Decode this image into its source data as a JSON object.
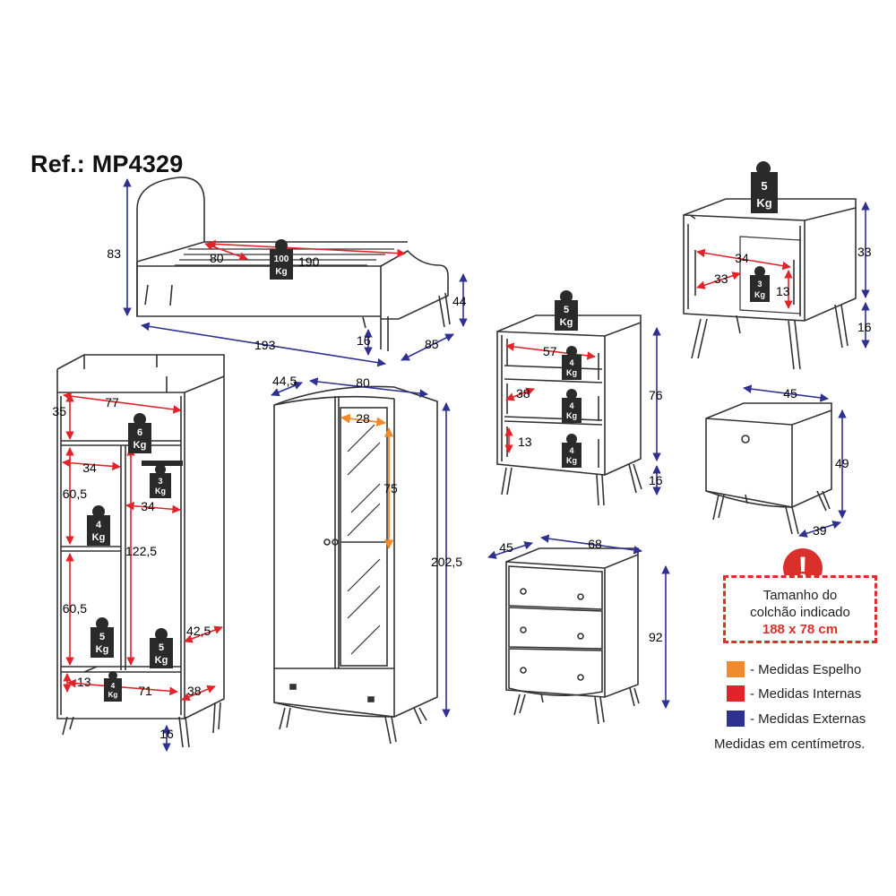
{
  "reference": "Ref.: MP4329",
  "weight_tags": {
    "bed": [
      "100",
      "Kg"
    ],
    "nightstand_top": [
      "5",
      "Kg"
    ],
    "nightstand_drawer": [
      "3",
      "Kg"
    ],
    "dresser_top": [
      "5",
      "Kg"
    ],
    "dresser_shelves": [
      [
        "4",
        "Kg"
      ],
      [
        "4",
        "Kg"
      ],
      [
        "4",
        "Kg"
      ]
    ],
    "wardrobe_shelf": [
      "6",
      "Kg"
    ],
    "wardrobe_rod": [
      "3",
      "Kg"
    ],
    "wardrobe_mid": [
      "4",
      "Kg"
    ],
    "wardrobe_low_left": [
      "5",
      "Kg"
    ],
    "wardrobe_low_right": [
      "5",
      "Kg"
    ],
    "wardrobe_drawer": [
      "4",
      "Kg"
    ]
  },
  "dimensions": {
    "bed": {
      "height": "83",
      "inner_width": "80",
      "inner_length": "190",
      "length": "193",
      "depth": "85",
      "side_height": "44",
      "leg": "16"
    },
    "wardrobe": {
      "inner_width": "77",
      "top_niche": "35",
      "shelf_width": "34",
      "hanger_width": "34",
      "shelf_height": "60,5",
      "hanger_height": "122,5",
      "lower_height": "60,5",
      "depth_inner": "42,5",
      "drawer_height": "13",
      "drawer_width": "71",
      "drawer_depth": "38",
      "leg": "16"
    },
    "two_door": {
      "depth": "44,5",
      "width": "80",
      "mirror_width": "28",
      "mirror_height": "75",
      "height": "202,5"
    },
    "dresser_open": {
      "inner_width": "57",
      "depth": "38",
      "drawer_h": "13",
      "height": "76",
      "leg": "16"
    },
    "dresser3": {
      "depth": "45",
      "width": "68",
      "height": "92"
    },
    "nightstand_open": {
      "inner_width": "34",
      "inner_depth": "33",
      "inner_height": "13",
      "height": "33",
      "leg": "16"
    },
    "nightstand_drawer": {
      "width": "45",
      "height": "49",
      "depth": "39"
    }
  },
  "mattress_note": {
    "line1": "Tamanho do",
    "line2": "colchão indicado",
    "line3": "188 x 78 cm"
  },
  "legend": [
    {
      "label": "- Medidas Espelho",
      "color": "#f08a2c"
    },
    {
      "label": "- Medidas Internas",
      "color": "#e0242a"
    },
    {
      "label": "- Medidas Externas",
      "color": "#2e3192"
    }
  ],
  "legend_note": "Medidas em centímetros.",
  "colors": {
    "external": "#2e3192",
    "internal": "#e0242a",
    "mirror": "#f08a2c",
    "outline": "#333333",
    "tag": "#2a2a2a"
  }
}
